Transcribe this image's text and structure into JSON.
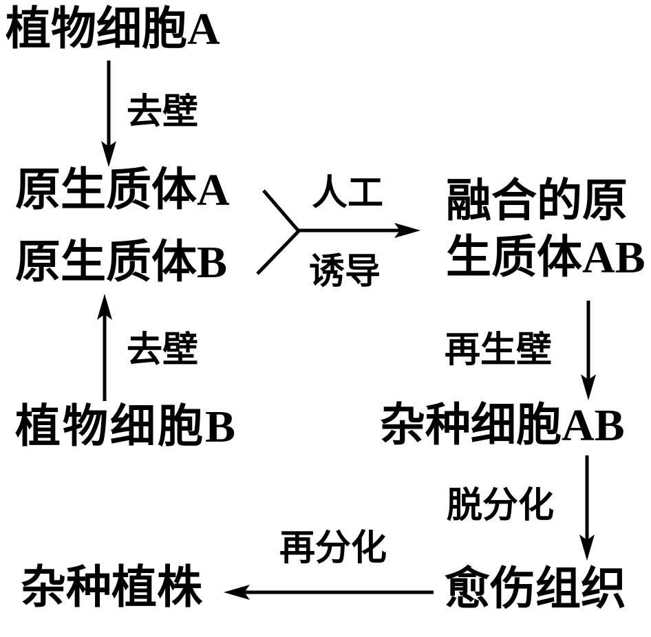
{
  "diagram": {
    "title": "plant-somatic-hybridization-flow",
    "colors": {
      "ink": "#000000",
      "background": "#ffffff"
    },
    "nodes": {
      "plant_cell_a": "植物细胞A",
      "protoplast_a": "原生质体A",
      "protoplast_b": "原生质体B",
      "plant_cell_b": "植物细胞B",
      "fused_protoplast_line1": "融合的原",
      "fused_protoplast_line2": "生质体AB",
      "hybrid_cell_ab": "杂种细胞AB",
      "callus": "愈伤组织",
      "hybrid_plant": "杂种植株"
    },
    "labels": {
      "remove_wall_top": "去壁",
      "remove_wall_bottom": "去壁",
      "artificial_line1": "人工",
      "artificial_line2": "诱导",
      "regenerate_wall": "再生壁",
      "dedifferentiation": "脱分化",
      "redifferentiation": "再分化"
    }
  }
}
